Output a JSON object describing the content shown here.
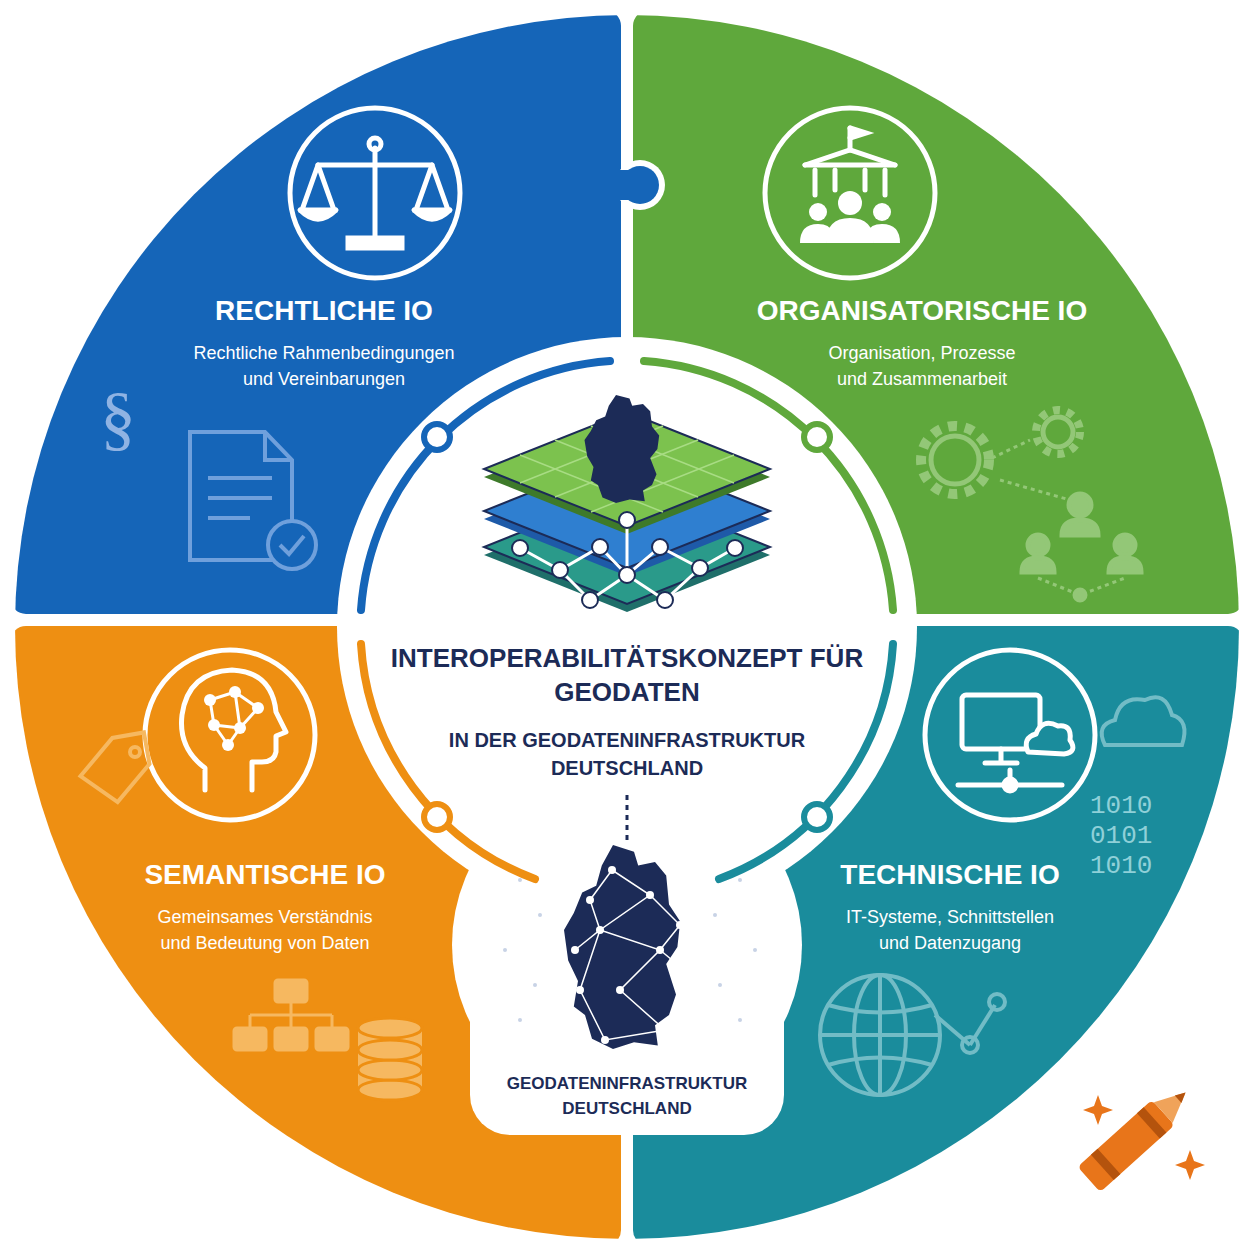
{
  "diagram": {
    "nodes": [
      {
        "text": [
          "RECHTLICHE IO",
          "Rechtliche Rahmenbedingungen und Vereinbarungen"
        ]
      },
      {
        "text": [
          "ORGANISATORISCHE IO",
          "Organisation, Prozesse und Zusammenarbeit"
        ]
      },
      {
        "text": [
          "INTEROPERABILITÄTSKONZEPT FÜR GEODATEN",
          "IN DER GEODATENINFRASTRUKTUR DEUTSCHLAND",
          "GEODATENINFRASTRUKTUR DEUTSCHLAND"
        ]
      },
      {
        "text": [
          "SEMANTISCHE IO",
          "Gemeinsames Verständnis und Bedeutung von Daten"
        ]
      },
      {
        "text": [
          "TECHNISCHE IO",
          "IT-Systeme, Schnittstellen und Datenzugang"
        ]
      }
    ],
    "labels": [
      "§",
      "1010",
      "0101",
      "1010"
    ]
  }
}
